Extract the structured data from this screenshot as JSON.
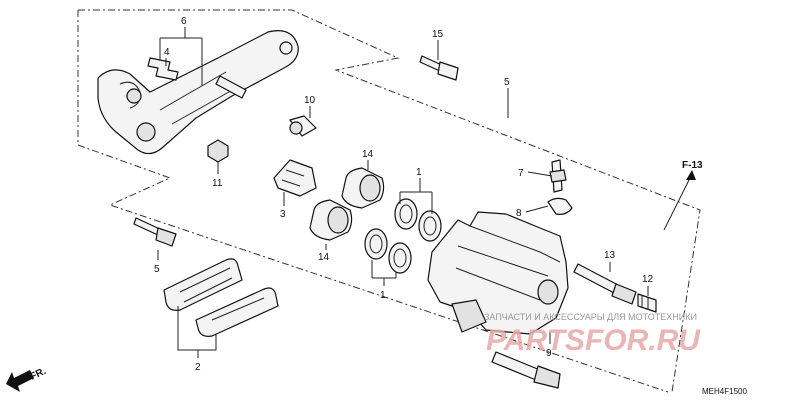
{
  "callouts": {
    "c1_top": "1",
    "c1_bottom": "1",
    "c2": "2",
    "c3": "3",
    "c4": "4",
    "c5_top": "5",
    "c5_left": "5",
    "c6": "6",
    "c7": "7",
    "c8": "8",
    "c9": "9",
    "c10": "10",
    "c11": "11",
    "c12": "12",
    "c13": "13",
    "c14_top": "14",
    "c14_bottom": "14",
    "c15": "15"
  },
  "reference": "F-13",
  "front_marker": "FR.",
  "diagram_code": "MEH4F1500",
  "watermark": {
    "caption": "ЗАПЧАСТИ И АКСЕССУАРЫ ДЛЯ МОТОТЕХНИКИ",
    "logo": "PARTSFOR.RU"
  }
}
